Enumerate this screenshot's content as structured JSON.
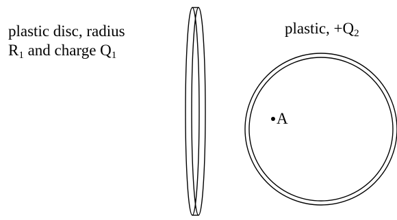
{
  "disc": {
    "label_line1": "plastic disc, radius",
    "label_line2_prefix": "R",
    "label_line2_sub": "1",
    "label_line2_middle": " and charge Q",
    "label_line2_sub2": "1"
  },
  "sphere": {
    "label_prefix": "plastic, +Q",
    "label_sub": "2"
  },
  "point": {
    "label": "A"
  },
  "colors": {
    "stroke": "#000000",
    "background": "#ffffff"
  }
}
